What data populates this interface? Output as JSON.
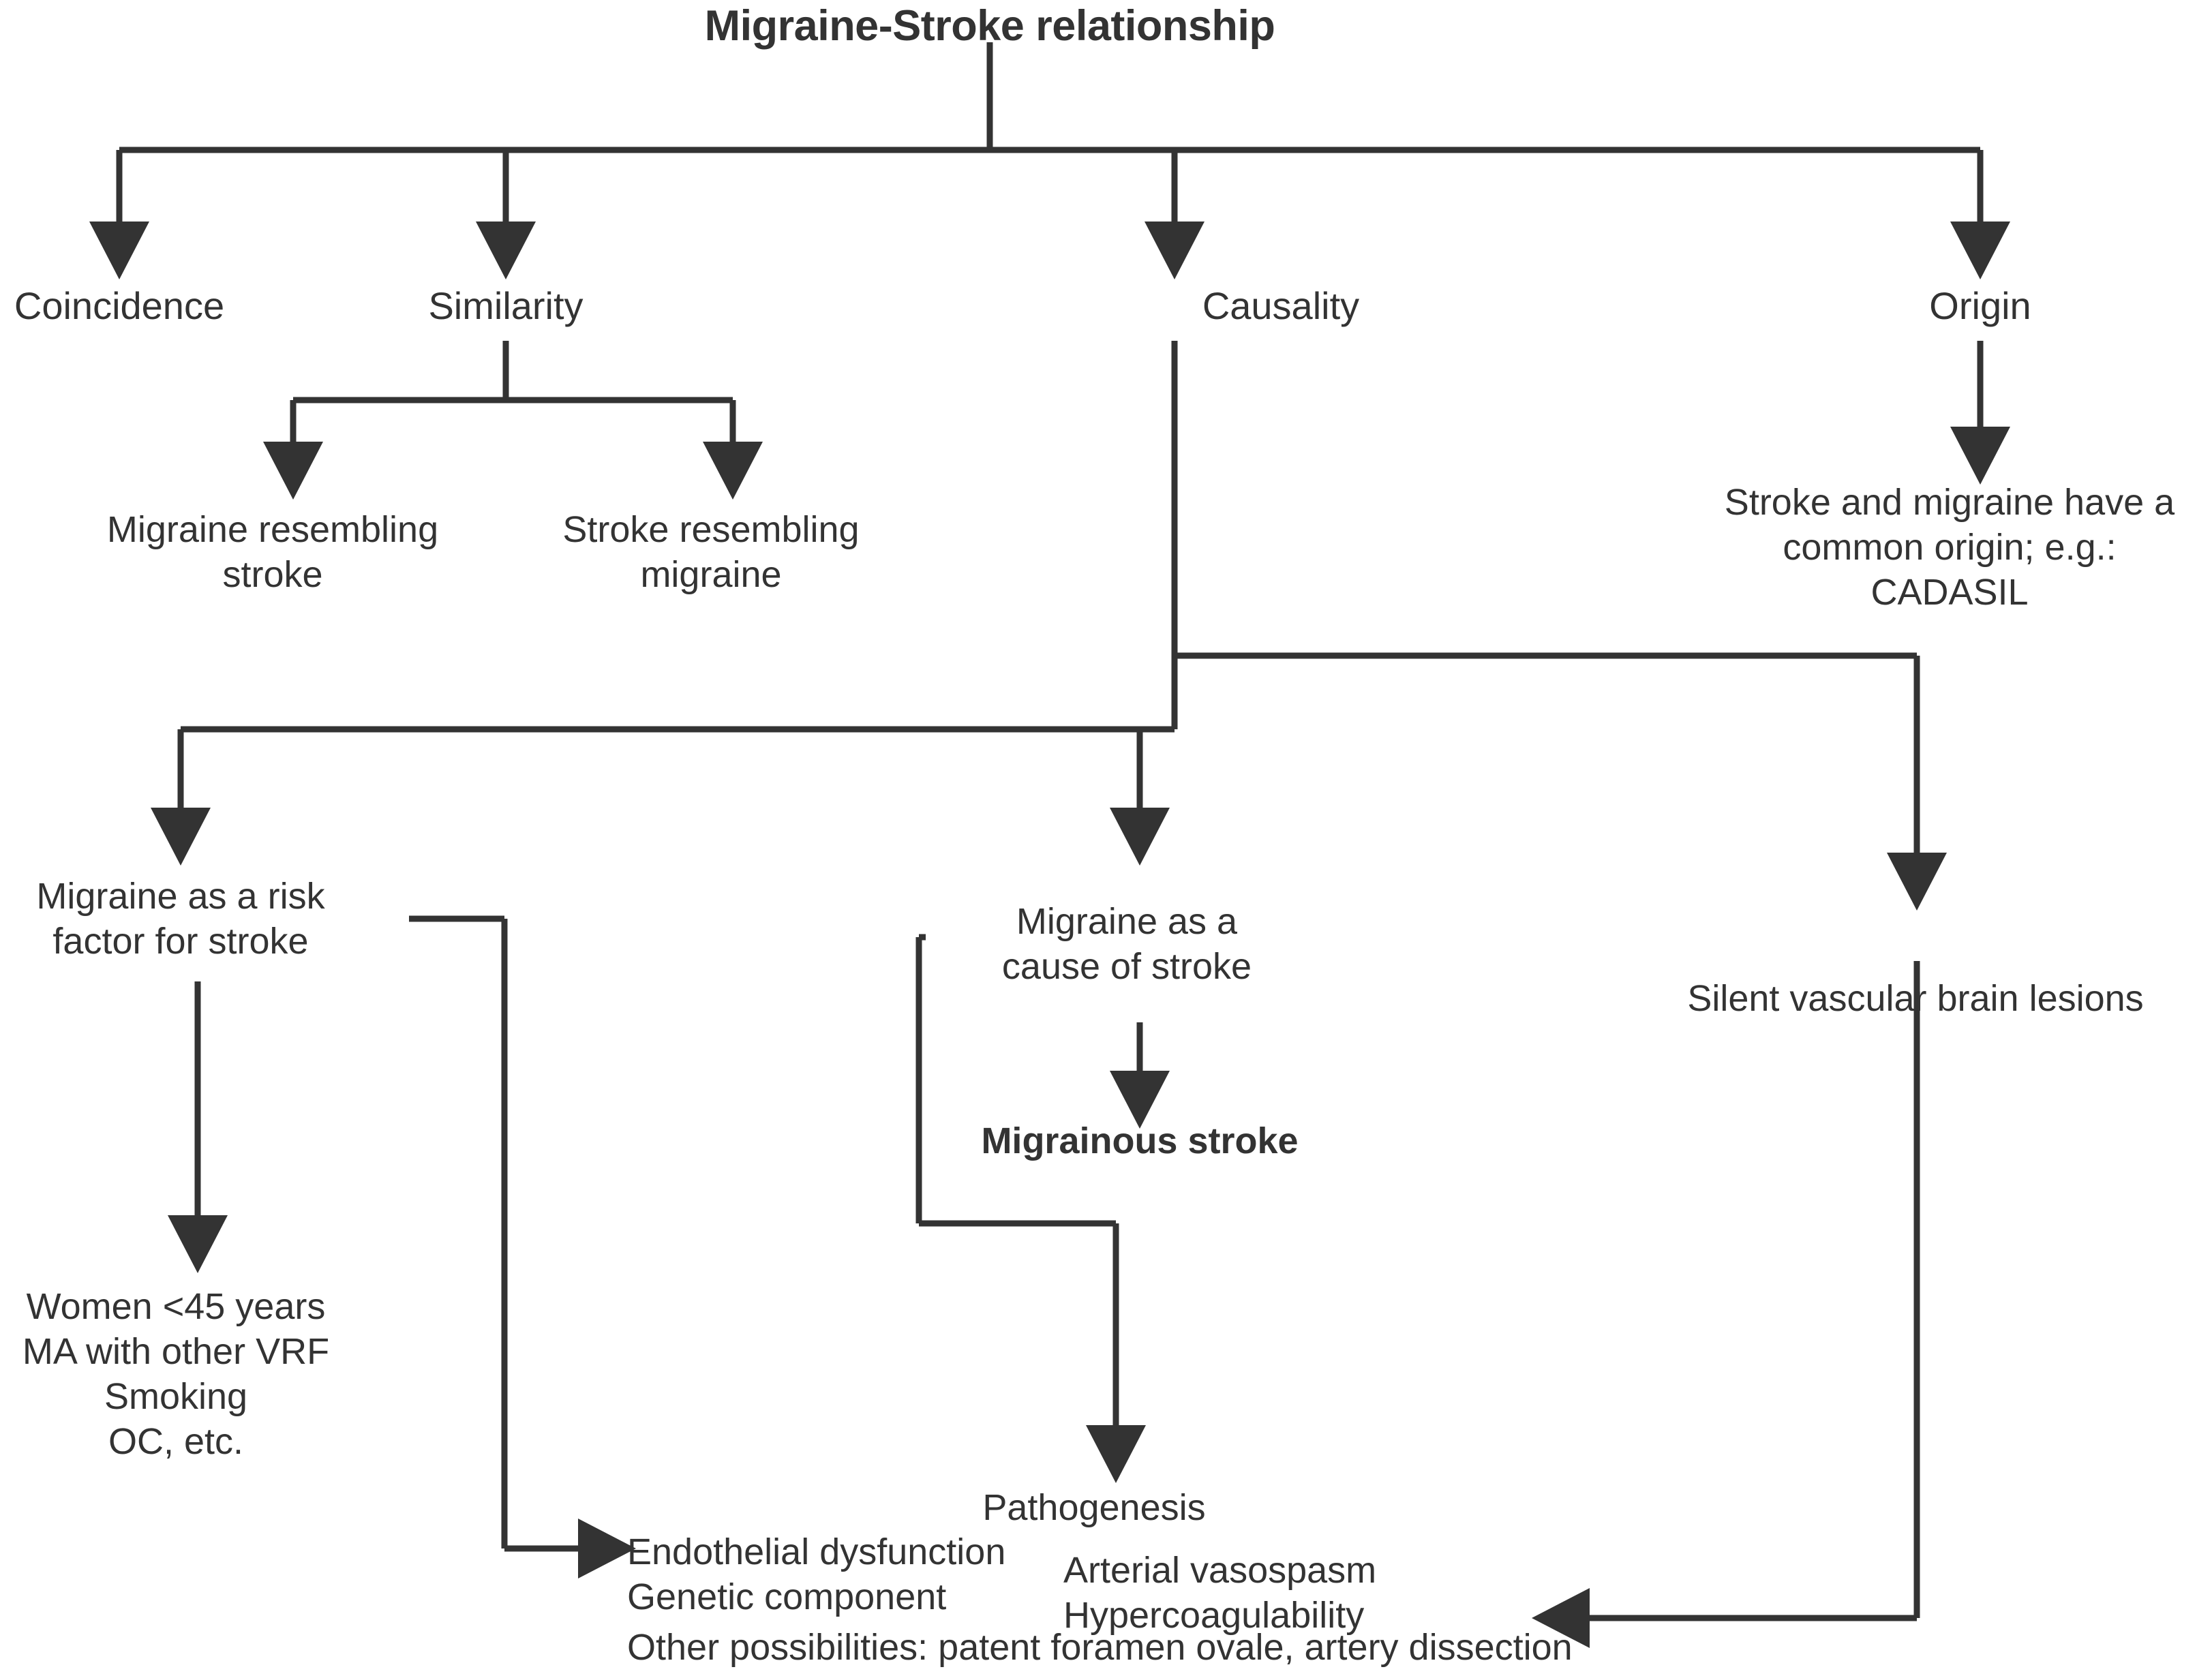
{
  "chart_data": {
    "type": "diagram",
    "title": "Migraine-Stroke relationship",
    "nodes": [
      {
        "id": "root",
        "label": "Migraine-Stroke relationship"
      },
      {
        "id": "coincidence",
        "label": "Coincidence"
      },
      {
        "id": "similarity",
        "label": "Similarity"
      },
      {
        "id": "causality",
        "label": "Causality"
      },
      {
        "id": "origin",
        "label": "Origin"
      },
      {
        "id": "mig-res-stroke",
        "label": "Migraine resembling\nstroke"
      },
      {
        "id": "stroke-res-mig",
        "label": "Stroke resembling\nmigraine"
      },
      {
        "id": "common-origin",
        "label": "Stroke and migraine have a\ncommon origin; e.g.:\nCADASIL"
      },
      {
        "id": "risk-factor",
        "label": "Migraine as a risk\nfactor for stroke"
      },
      {
        "id": "cause-of-stroke",
        "label": "Migraine as a\ncause of stroke"
      },
      {
        "id": "silent-lesions",
        "label": "Silent vascular brain lesions"
      },
      {
        "id": "migrainous-stroke",
        "label": "Migrainous stroke"
      },
      {
        "id": "risk-list",
        "label": "Women <45 years\nMA with other VRF\nSmoking\nOC, etc."
      },
      {
        "id": "pathogenesis",
        "label": "Pathogenesis"
      },
      {
        "id": "path-col1",
        "label": "Endothelial dysfunction\nGenetic component"
      },
      {
        "id": "path-col2",
        "label": "Arterial vasospasm\nHypercoagulability"
      },
      {
        "id": "path-other",
        "label": "Other possibilities: patent foramen ovale, artery dissection"
      }
    ],
    "edges": [
      {
        "from": "root",
        "to": "coincidence"
      },
      {
        "from": "root",
        "to": "similarity"
      },
      {
        "from": "root",
        "to": "causality"
      },
      {
        "from": "root",
        "to": "origin"
      },
      {
        "from": "similarity",
        "to": "mig-res-stroke"
      },
      {
        "from": "similarity",
        "to": "stroke-res-mig"
      },
      {
        "from": "origin",
        "to": "common-origin"
      },
      {
        "from": "causality",
        "to": "risk-factor"
      },
      {
        "from": "causality",
        "to": "cause-of-stroke"
      },
      {
        "from": "causality",
        "to": "silent-lesions"
      },
      {
        "from": "risk-factor",
        "to": "risk-list"
      },
      {
        "from": "cause-of-stroke",
        "to": "migrainous-stroke"
      },
      {
        "from": "cause-of-stroke",
        "to": "pathogenesis"
      },
      {
        "from": "risk-factor",
        "to": "path-col1"
      },
      {
        "from": "silent-lesions",
        "to": "path-other"
      }
    ],
    "line_color": "#333333",
    "background": "#ffffff"
  },
  "diagram": {
    "title": "Migraine-Stroke relationship",
    "level1": {
      "coincidence": "Coincidence",
      "similarity": "Similarity",
      "causality": "Causality",
      "origin": "Origin"
    },
    "level2": {
      "migraine_resembling_stroke": "Migraine resembling\nstroke",
      "stroke_resembling_migraine": "Stroke resembling\nmigraine",
      "common_origin": "Stroke and migraine have a\ncommon origin; e.g.:\nCADASIL"
    },
    "level3": {
      "risk_factor": "Migraine as a risk\nfactor for stroke",
      "cause_of_stroke": "Migraine as a\ncause of stroke",
      "silent_lesions": "Silent vascular brain lesions"
    },
    "level4": {
      "migrainous_stroke": "Migrainous stroke",
      "risk_list": "Women <45 years\nMA with other VRF\nSmoking\nOC, etc."
    },
    "pathogenesis": {
      "heading": "Pathogenesis",
      "column_left": "Endothelial dysfunction\nGenetic component",
      "column_right": "Arterial vasospasm\nHypercoagulability",
      "other": "Other possibilities: patent foramen ovale, artery dissection"
    }
  }
}
